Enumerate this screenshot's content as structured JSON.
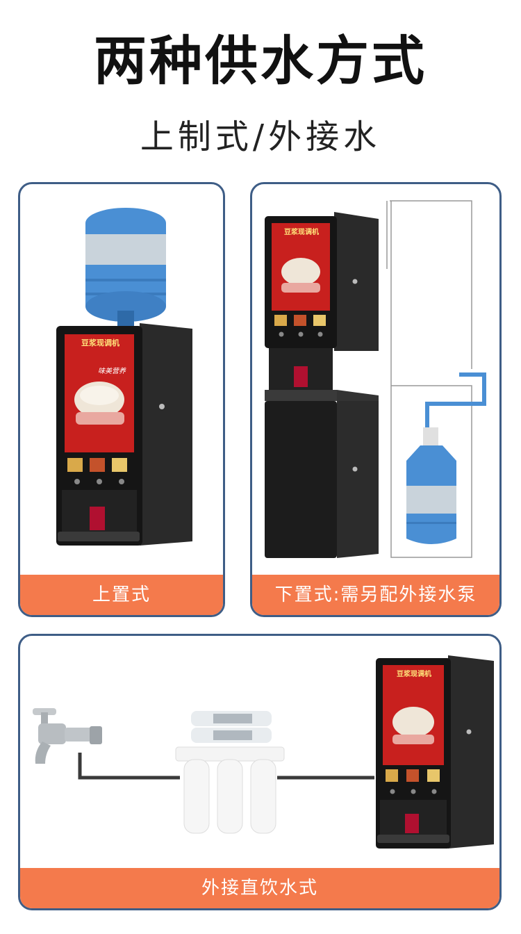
{
  "header": {
    "title": "两种供水方式",
    "subtitle": "上制式/外接水"
  },
  "panels": {
    "top_left": {
      "caption": "上置式"
    },
    "top_right": {
      "caption": "下置式:需另配外接水泵"
    },
    "bottom": {
      "caption": "外接直饮水式"
    }
  },
  "machine": {
    "brand": "豆浆现调机",
    "slogan": "味美营养"
  },
  "colors": {
    "panel_border": "#3e5d86",
    "caption_bg": "#f47a4c",
    "water_blue": "#4a8fd4",
    "machine_black": "#1a1a1a",
    "screen_red": "#c8201e"
  }
}
